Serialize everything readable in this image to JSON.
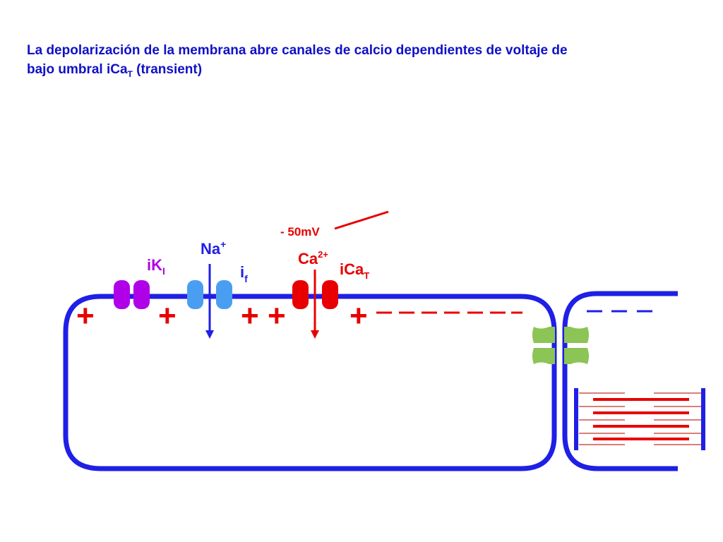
{
  "title": {
    "line1": "La depolarización de la membrana abre canales de calcio dependientes de voltaje  de",
    "line2_main": "bajo umbral iCa",
    "line2_sub": "T",
    "line2_rest": " (transient)"
  },
  "labels": {
    "ik_main": "iK",
    "ik_sub": "I",
    "na_main": "Na",
    "na_sup": "+",
    "if_main": "i",
    "if_sub": "f",
    "ca_main": "Ca",
    "ca_sup": "2+",
    "icat_main": "iCa",
    "icat_sub": "T",
    "voltage": "- 50mV"
  },
  "charges": {
    "plus": "+"
  },
  "colors": {
    "membrane": "#1f1fe6",
    "title": "#1010c8",
    "ik_channel": "#b000e8",
    "if_channel": "#4a9ef2",
    "ca_channel": "#e80000",
    "red": "#e80000",
    "gap_junction": "#8cc455",
    "sarcomere_thin": "#c83228"
  }
}
